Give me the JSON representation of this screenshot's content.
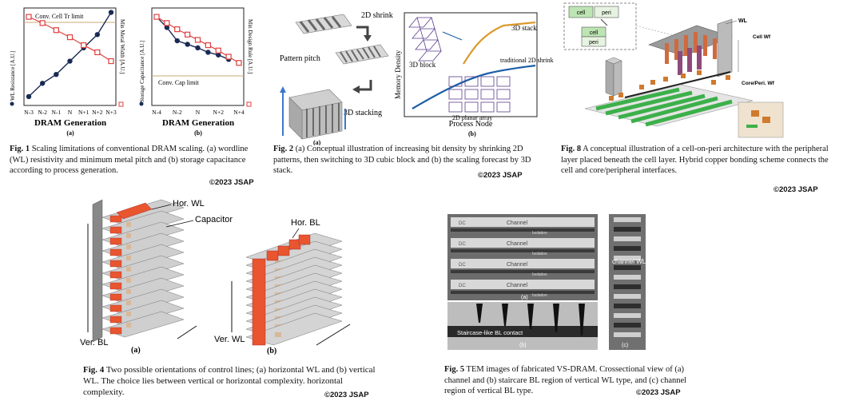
{
  "fig1": {
    "a": {
      "left_axis_label": "WL Resistance [A.U.]",
      "right_axis_label": "Min Metal Width [A.U.]",
      "limit_label": "Conv. Cell Tr limit",
      "x_ticks": [
        "N-3",
        "N-2",
        "N-1",
        "N",
        "N+1",
        "N+2",
        "N+3"
      ],
      "x_title": "DRAM Generation",
      "sub": "(a)"
    },
    "b": {
      "left_axis_label": "Storage Capacitance [A.U.]",
      "right_axis_label": "Min Design Rule [A.U.]",
      "limit_label": "Conv. Cap limit",
      "x_ticks": [
        "N-4",
        "N-2",
        "N",
        "N+2",
        "N+4"
      ],
      "x_title": "DRAM Generation",
      "sub": "(b)"
    },
    "caption_label": "Fig. 1",
    "caption_text": " Scaling limitations of conventional DRAM scaling. (a) wordline (WL) resistivity and minimum metal pitch and (b) storage capacitance according to process generation.",
    "copyright": "©2023 JSAP"
  },
  "fig2": {
    "shrink_label": "2D shrink",
    "pitch_label": "Pattern pitch",
    "stacking_label": "3D stacking",
    "sub_a": "(a)",
    "y_label": "Memory Density",
    "x_label": "Process Node",
    "stack_label": "3D stack",
    "traditional_label": "traditional 2D shrink",
    "block_label": "3D block",
    "planar_label": "2D planar array",
    "sub_b": "(b)",
    "caption_label": "Fig. 2",
    "caption_text": " (a) Conceptual illustration of increasing bit density by shrinking 2D patterns, then switching to 3D cubic block and (b) the scaling forecast by 3D stack.",
    "copyright": "©2023 JSAP"
  },
  "fig8": {
    "cell_box": "cell",
    "peri_box": "peri",
    "cell_box2": "cell",
    "peri_box2": "peri",
    "wl_label": "WL",
    "cell_wf_label": "Cell Wf",
    "core_label": "Core/Peri. Wf",
    "caption_label": "Fig. 8",
    "caption_text": " A conceptual illustration of a cell-on-peri architecture with the peripheral layer placed beneath the cell layer. Hybrid copper bonding scheme connects the cell and core/peripheral interfaces.",
    "copyright": "©2023 JSAP"
  },
  "fig4": {
    "hor_wl": "Hor. WL",
    "capacitor": "Capacitor",
    "ver_bl": "Ver. BL",
    "hor_bl": "Hor. BL",
    "ver_wl": "Ver. WL",
    "sub_a": "(a)",
    "sub_b": "(b)",
    "caption_label": "Fig. 4",
    "caption_text": " Two possible orientations of control lines; (a) horizontal WL and (b) vertical WL. The choice lies between vertical or horizontal complexity. horizontal complexity.",
    "copyright": "©2023 JSAP"
  },
  "fig5": {
    "dc": "DC",
    "channel": "Channel",
    "isolation": "Isolation",
    "staircase": "Staircase-like BL contact",
    "channel_wl": "channel WL",
    "sub_a": "(a)",
    "sub_b": "(b)",
    "sub_c": "(c)",
    "caption_label": "Fig. 5",
    "caption_text": " TEM images of fabricated VS-DRAM. Crossectional view of (a) channel and (b) staircare BL region of vertical WL type, and (c) channel region of vertical BL type.",
    "copyright": "©2023 JSAP"
  },
  "chart_data": [
    {
      "type": "line",
      "x_title": "DRAM Generation",
      "categories": [
        "N-3",
        "N-2",
        "N-1",
        "N",
        "N+1",
        "N+2",
        "N+3"
      ],
      "series": [
        {
          "name": "WL Resistance [A.U.]",
          "values": [
            1.0,
            2.5,
            3.5,
            5.0,
            6.5,
            8.0,
            10.5
          ]
        },
        {
          "name": "Min Metal Width [A.U.]",
          "values": [
            10.0,
            9.3,
            8.5,
            7.7,
            6.8,
            6.0,
            5.0
          ]
        }
      ],
      "annotations": [
        "Conv. Cell Tr limit"
      ]
    },
    {
      "type": "line",
      "x_title": "DRAM Generation",
      "categories": [
        "N-4",
        "N-3",
        "N-2",
        "N-1",
        "N",
        "N+1",
        "N+2",
        "N+3",
        "N+4"
      ],
      "series": [
        {
          "name": "Storage Capacitance [A.U.]",
          "values": [
            10.0,
            8.8,
            7.3,
            6.9,
            6.5,
            6.0,
            5.7,
            5.2,
            null
          ]
        },
        {
          "name": "Min Design Rule [A.U.]",
          "values": [
            10.0,
            9.3,
            8.6,
            8.0,
            7.4,
            6.8,
            6.2,
            5.5,
            4.8
          ]
        }
      ],
      "annotations": [
        "Conv. Cap limit"
      ]
    }
  ]
}
